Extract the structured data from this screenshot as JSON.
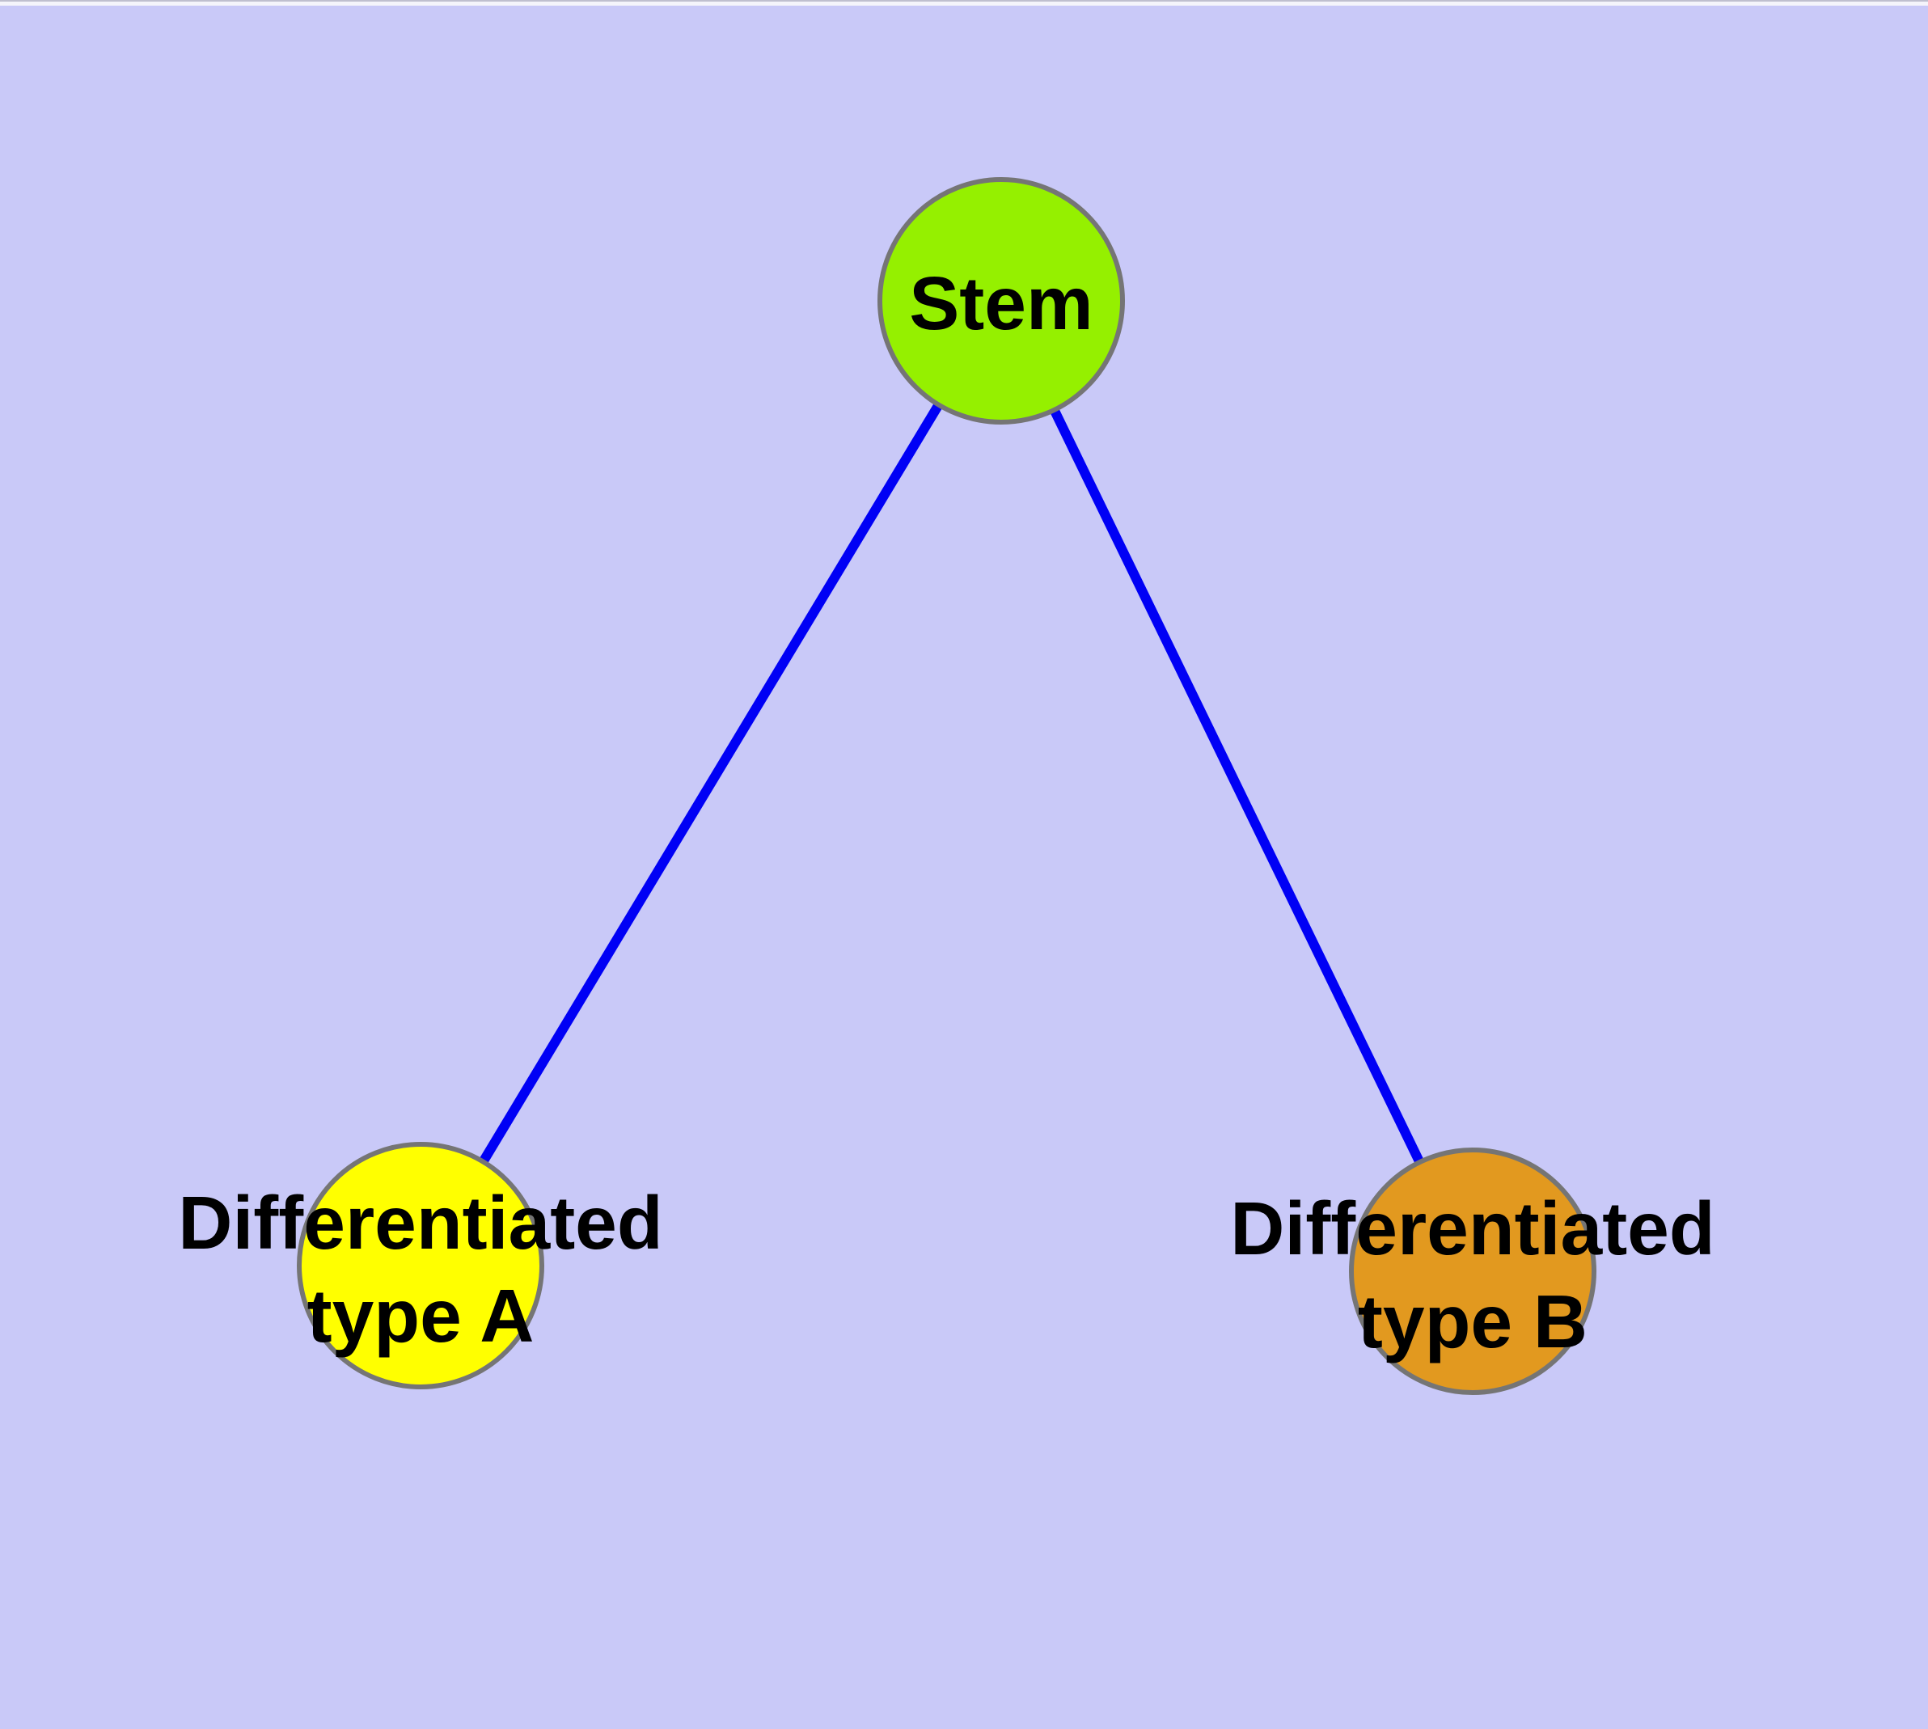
{
  "diagram": {
    "type": "graph",
    "background_color": "#c9c9f8",
    "top_hairline_color": "#bfbfcf",
    "top_strip_color": "#f4f4fb",
    "edge_color": "#0000f5",
    "node_border_color": "#757575",
    "label_color": "#000000",
    "nodes": [
      {
        "id": "stem",
        "label": "Stem",
        "label_line2": "",
        "color": "#95f000"
      },
      {
        "id": "type-a",
        "label": "Differentiated",
        "label_line2": "type A",
        "color": "#ffff00"
      },
      {
        "id": "type-b",
        "label": "Differentiated",
        "label_line2": "type B",
        "color": "#e2991f"
      }
    ],
    "edges": [
      {
        "from": "stem",
        "to": "type-a"
      },
      {
        "from": "stem",
        "to": "type-b"
      }
    ]
  }
}
